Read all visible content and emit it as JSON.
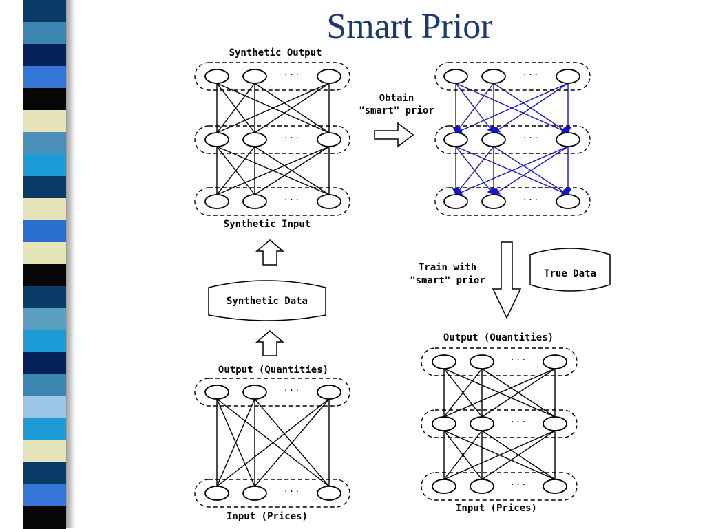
{
  "slide": {
    "title": "Smart Prior"
  },
  "stripe_colors": [
    "#0a3a66",
    "#3b86b0",
    "#05205a",
    "#3575d6",
    "#060606",
    "#e5e3b8",
    "#4a8fb8",
    "#1c9bd6",
    "#0a3a66",
    "#e5e3b8",
    "#2a6fd0",
    "#e5e3b8",
    "#060606",
    "#0a3a66",
    "#5b9fc0",
    "#1c9bd6",
    "#05205a",
    "#3b86b0",
    "#9cc4e4",
    "#1c9bd6",
    "#e5e3b8",
    "#0a3a66",
    "#3575d6",
    "#060606"
  ],
  "colors": {
    "title": "#1b3a6b",
    "smart_edges": "#1414c8",
    "edges": "#000000"
  },
  "labels": {
    "synthetic_output": "Synthetic Output",
    "synthetic_input": "Synthetic Input",
    "obtain_line1": "Obtain",
    "obtain_line2": "\"smart\" prior",
    "train_line1": "Train with",
    "train_line2": "\"smart\" prior",
    "true_data": "True Data",
    "synthetic_data": "Synthetic Data",
    "output_quantities_left": "Output (Quantities)",
    "input_prices_left": "Input (Prices)",
    "output_quantities_right": "Output (Quantities)",
    "input_prices_right": "Input (Prices)",
    "ellipsis": "..."
  }
}
